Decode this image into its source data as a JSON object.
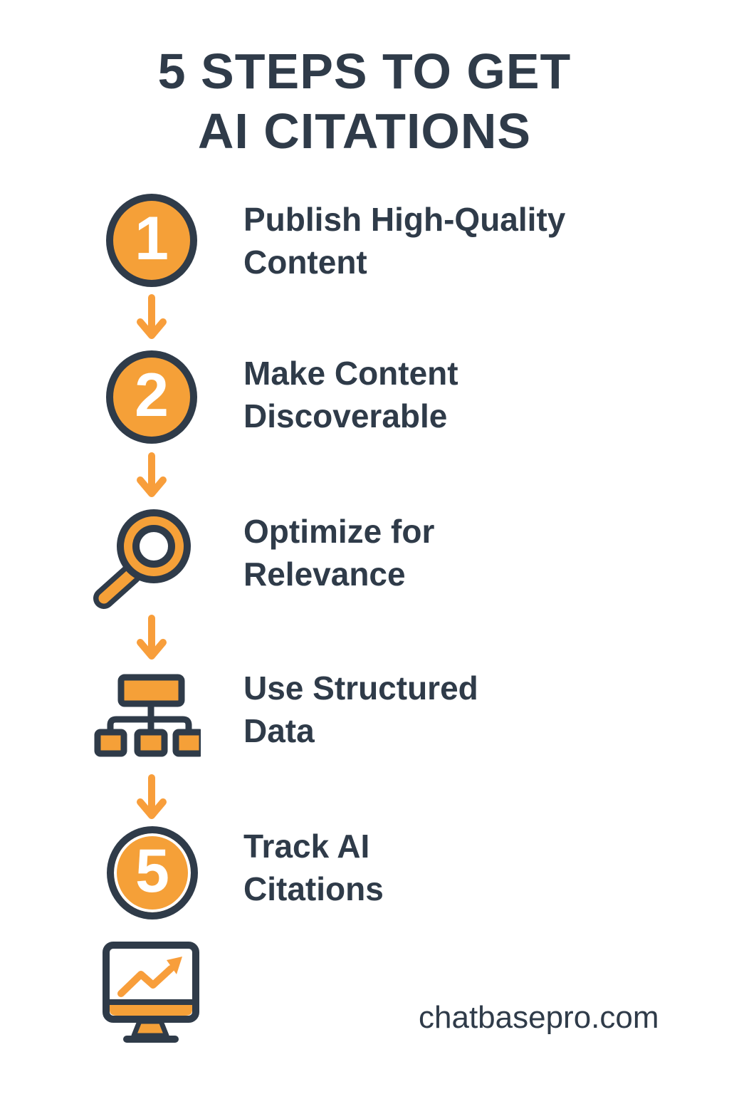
{
  "title": {
    "line1": "5 STEPS TO GET",
    "line2": "AI CITATIONS"
  },
  "steps": [
    {
      "number": "1",
      "icon": "circle-number-1",
      "title": "Publish High-Quality\nContent"
    },
    {
      "number": "2",
      "icon": "circle-number-2",
      "title": "Make Content\nDiscoverable"
    },
    {
      "icon": "magnifier",
      "title": "Optimize for\nRelevance"
    },
    {
      "icon": "sitemap",
      "title": "Use Structured\nData"
    },
    {
      "number": "5",
      "icon": "circle-number-5",
      "title": "Track AI\nCitations"
    }
  ],
  "icons": {
    "connector": "down-arrow-icon",
    "step3": "magnifier-icon",
    "step4": "sitemap-icon",
    "decoration": "monitor-trend-chart-icon"
  },
  "footer": {
    "website": "chatbasepro.com"
  },
  "colors": {
    "dark": "#2F3B49",
    "orange": "#F5A038",
    "arrow_orange": "#F89E3B",
    "background": "#FFFFFF"
  }
}
